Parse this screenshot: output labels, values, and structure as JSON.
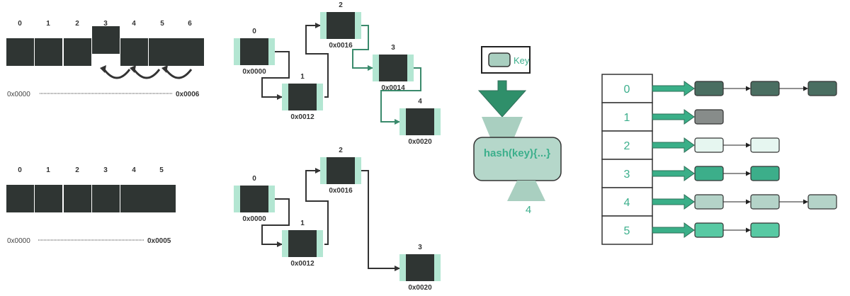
{
  "colors": {
    "cell_dark": "#2f3533",
    "node_side": "#b3e6d2",
    "arrow_dark": "#333333",
    "arrow_green": "#3a8a6c",
    "accent_text": "#3caf8c",
    "funnel": "#a9cfc0",
    "hash_box": "#b5d7ca",
    "key_box": "#a9cfc0",
    "table_arrow": "#3aaf88"
  },
  "array_top": {
    "indices": [
      "0",
      "1",
      "2",
      "3",
      "4",
      "5",
      "6"
    ],
    "raised_index": 3,
    "addr_start": "0x0000",
    "addr_end": "0x0006"
  },
  "array_bottom": {
    "indices": [
      "0",
      "1",
      "2",
      "3",
      "4",
      "5"
    ],
    "addr_start": "0x0000",
    "addr_end": "0x0005"
  },
  "linked_top": {
    "nodes": [
      {
        "label": "0",
        "addr": "0x0000"
      },
      {
        "label": "1",
        "addr": "0x0012"
      },
      {
        "label": "2",
        "addr": "0x0016"
      },
      {
        "label": "3",
        "addr": "0x0014"
      },
      {
        "label": "4",
        "addr": "0x0020"
      }
    ]
  },
  "linked_bottom": {
    "nodes": [
      {
        "label": "0",
        "addr": "0x0000"
      },
      {
        "label": "1",
        "addr": "0x0012"
      },
      {
        "label": "2",
        "addr": "0x0016"
      },
      {
        "label": "3",
        "addr": "0x0020"
      }
    ]
  },
  "hash": {
    "key_label": "Key",
    "function_label": "hash(key){...}",
    "output": "4"
  },
  "hash_table": {
    "rows": [
      {
        "index": "0",
        "chain": [
          "#4a6e61",
          "#4a6e61",
          "#4a6e61"
        ]
      },
      {
        "index": "1",
        "chain": [
          "#878c8a"
        ]
      },
      {
        "index": "2",
        "chain": [
          "#e6f6f0",
          "#e6f6f0"
        ]
      },
      {
        "index": "3",
        "chain": [
          "#3cae8a",
          "#3cae8a"
        ]
      },
      {
        "index": "4",
        "chain": [
          "#b4d3c8",
          "#b4d3c8",
          "#b4d3c8"
        ]
      },
      {
        "index": "5",
        "chain": [
          "#58c9a3",
          "#58c9a3"
        ]
      }
    ]
  }
}
